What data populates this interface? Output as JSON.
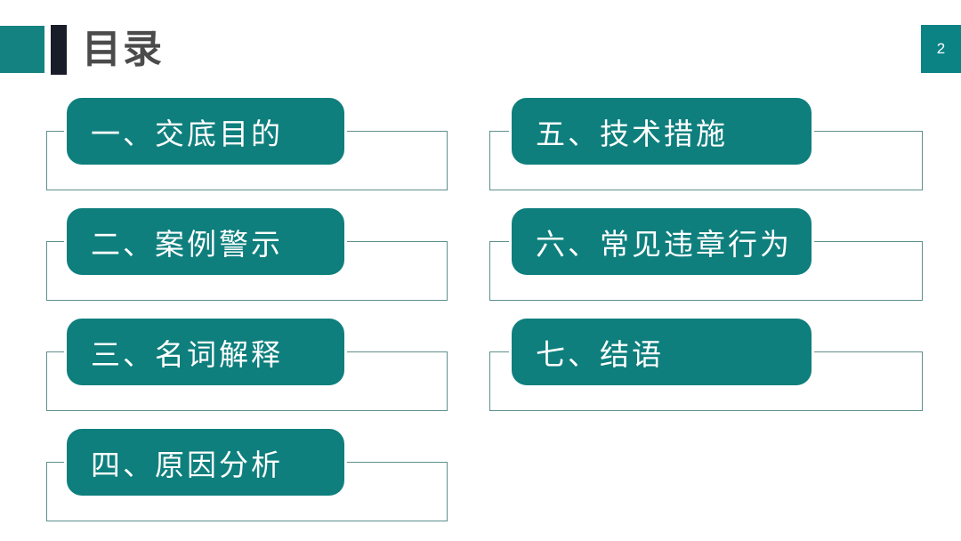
{
  "header": {
    "title": "目录",
    "page_number": "2"
  },
  "colors": {
    "teal": "#0E7F7D",
    "teal_square": "#148280",
    "page_square": "#0B8284",
    "dark_bar": "#191D2A",
    "outline_border": "#5E8F8D",
    "title_text": "#4B4B4B"
  },
  "toc": {
    "left": [
      {
        "label": "一、交底目的"
      },
      {
        "label": "二、案例警示"
      },
      {
        "label": "三、名词解释"
      },
      {
        "label": "四、原因分析"
      }
    ],
    "right": [
      {
        "label": "五、技术措施"
      },
      {
        "label": "六、常见违章行为"
      },
      {
        "label": "七、结语"
      }
    ]
  }
}
